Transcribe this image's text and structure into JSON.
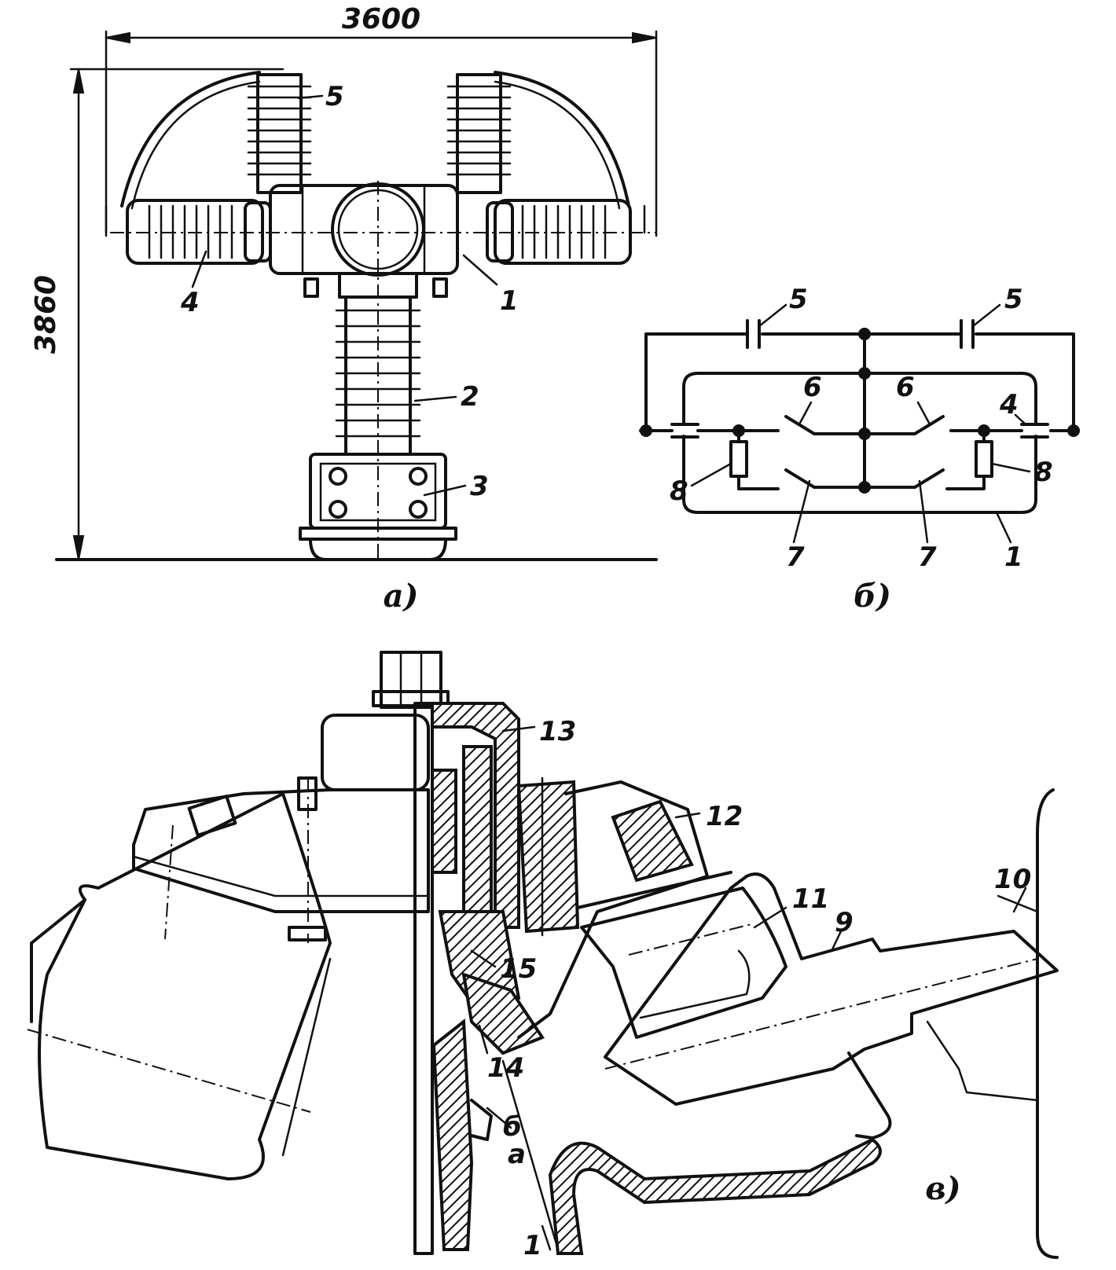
{
  "dimensions": {
    "width": "3600",
    "height": "3860"
  },
  "captions": {
    "a": "а)",
    "b": "б)",
    "v": "в)"
  },
  "fig_a_labels": {
    "l1": "1",
    "l2": "2",
    "l3": "3",
    "l4": "4",
    "l5": "5"
  },
  "fig_b_labels": {
    "c5_left": "5",
    "c5_right": "5",
    "s6_left": "6",
    "s6_right": "6",
    "c4_right": "4",
    "r8_left": "8",
    "r8_right": "8",
    "s7_left": "7",
    "s7_right": "7",
    "l1": "1"
  },
  "fig_v_labels": {
    "l13": "13",
    "l12": "12",
    "l11": "11",
    "l10": "10",
    "l9": "9",
    "l15": "15",
    "l14": "14",
    "l_b": "б",
    "l_a": "а",
    "l1": "1"
  }
}
